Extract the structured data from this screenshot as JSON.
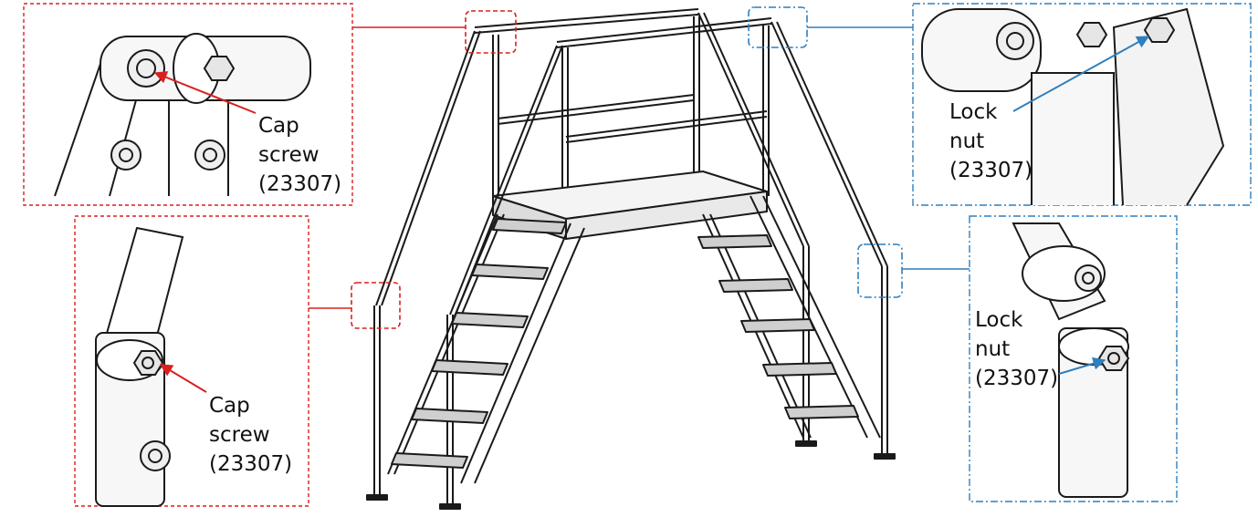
{
  "colors": {
    "cap_screw_accent": "#d9201f",
    "lock_nut_accent": "#2f7fbd",
    "line_art": "#1a1a1a"
  },
  "callouts": {
    "top_left": {
      "lines": [
        "Cap",
        "screw",
        "(23307)"
      ]
    },
    "bottom_left": {
      "lines": [
        "Cap",
        "screw",
        "(23307)"
      ]
    },
    "top_right": {
      "lines": [
        "Lock",
        "nut",
        "(23307)"
      ]
    },
    "bottom_right": {
      "lines": [
        "Lock",
        "nut",
        "(23307)"
      ]
    }
  },
  "icons": {
    "main_drawing": "crossover-stair-platform-icon",
    "detail_views": "tube-clamp-joint-icon"
  }
}
